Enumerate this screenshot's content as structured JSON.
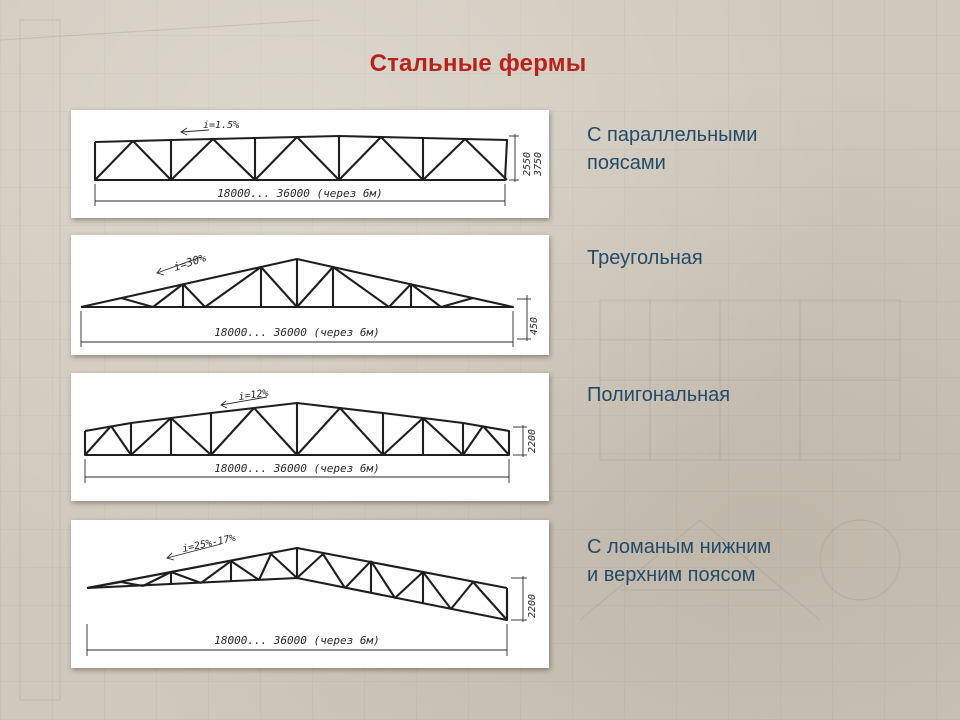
{
  "title": "Стальные фермы",
  "trusses": [
    {
      "caption_lines": [
        "С параллельными",
        "поясами"
      ],
      "span": "18000... 36000 (через 6м)",
      "slope": "i=1.5%",
      "heights": [
        "2550",
        "3750"
      ]
    },
    {
      "caption_lines": [
        "Треугольная"
      ],
      "span": "18000... 36000 (через 6м)",
      "slope": "i=30%",
      "heights": [
        "450"
      ]
    },
    {
      "caption_lines": [
        "Полигональная"
      ],
      "span": "18000... 36000 (через 6м)",
      "slope": "i=12%",
      "heights": [
        "2200"
      ]
    },
    {
      "caption_lines": [
        "С ломаным нижним",
        "и верхним поясом"
      ],
      "span": "18000... 36000 (через 6м)",
      "slope": "i=25%-17%",
      "heights": [
        "2200"
      ]
    }
  ]
}
